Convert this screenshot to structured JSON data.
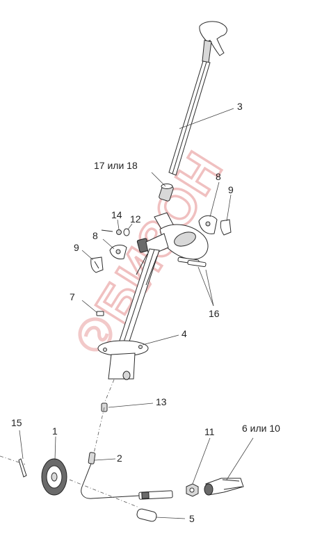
{
  "watermark": {
    "text": "БИЗОН"
  },
  "callouts": [
    {
      "id": "p3",
      "label": "3"
    },
    {
      "id": "p17_18",
      "label": "17 или 18"
    },
    {
      "id": "p8_right",
      "label": "8"
    },
    {
      "id": "p9_right",
      "label": "9"
    },
    {
      "id": "p14",
      "label": "14"
    },
    {
      "id": "p12",
      "label": "12"
    },
    {
      "id": "p8_left",
      "label": "8"
    },
    {
      "id": "p9_left",
      "label": "9"
    },
    {
      "id": "p7",
      "label": "7"
    },
    {
      "id": "p16",
      "label": "16"
    },
    {
      "id": "p4",
      "label": "4"
    },
    {
      "id": "p13",
      "label": "13"
    },
    {
      "id": "p15",
      "label": "15"
    },
    {
      "id": "p1",
      "label": "1"
    },
    {
      "id": "p11",
      "label": "11"
    },
    {
      "id": "p6_10",
      "label": "6 или 10"
    },
    {
      "id": "p2",
      "label": "2"
    },
    {
      "id": "p5",
      "label": "5"
    }
  ]
}
